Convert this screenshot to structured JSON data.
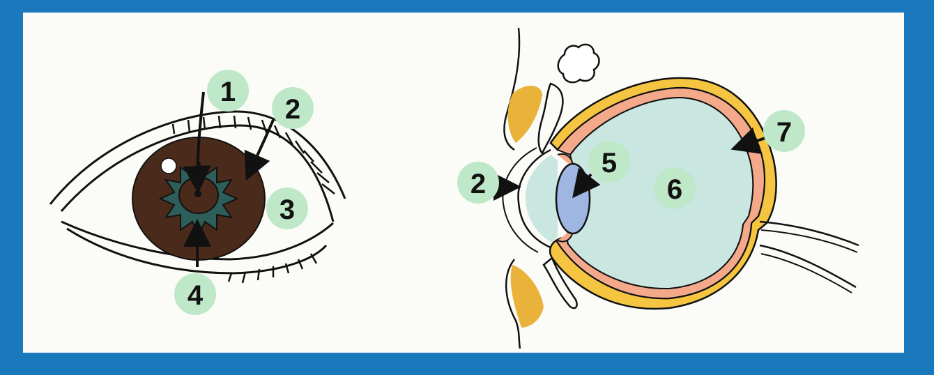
{
  "labels": {
    "front_view": [
      "1",
      "2",
      "3",
      "4"
    ],
    "side_view": [
      "2",
      "5",
      "6",
      "7"
    ]
  },
  "colors": {
    "border": "#1a78bd",
    "paper": "#fbfbf8",
    "iris": "#4a2a1a",
    "iris_inner": "#2e5e5a",
    "vitreous": "#c9e6e0",
    "lens": "#9fb6e3",
    "sclera_outer": "#f5c542",
    "choroid": "#f3a98a",
    "fat_pad": "#e9b23a",
    "label_dot": "#bfe8c8",
    "ink": "#111111"
  }
}
